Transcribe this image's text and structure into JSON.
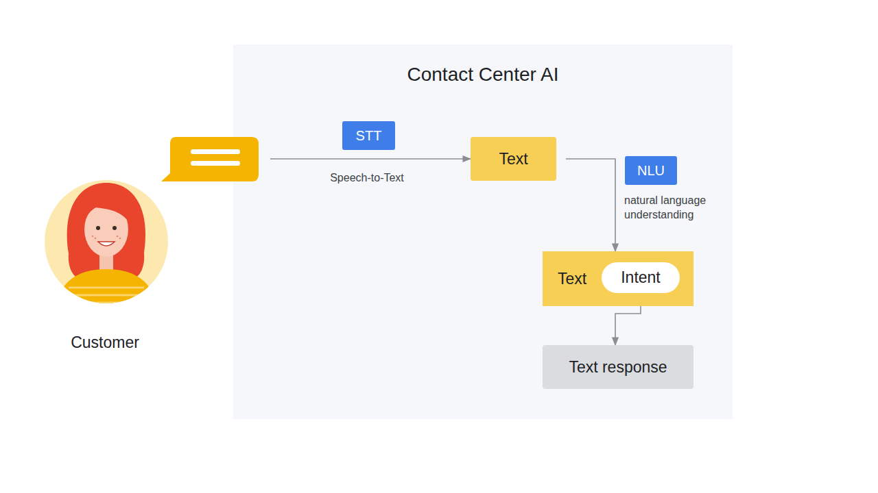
{
  "diagram": {
    "nodes": [
      {
        "text": [
          "Contact Center AI"
        ]
      },
      {
        "text": [
          "Customer"
        ]
      },
      {
        "text": [
          "STT"
        ],
        "in": 0
      },
      {
        "text": [
          "Text"
        ],
        "in": 0
      },
      {
        "text": [
          "NLU"
        ],
        "in": 0
      },
      {
        "text": [
          "Text"
        ],
        "in": 0
      },
      {
        "text": [
          "Intent"
        ],
        "in": 5
      },
      {
        "text": [
          "Text response"
        ],
        "in": 0
      }
    ],
    "edges": [
      {
        "from": 1,
        "to": 3,
        "arrow": "to"
      },
      {
        "from": 3,
        "to": 5,
        "arrow": "to"
      },
      {
        "from": 6,
        "to": 7,
        "arrow": "to"
      }
    ],
    "labels": [
      "Speech-to-Text",
      "natural language understanding"
    ]
  }
}
